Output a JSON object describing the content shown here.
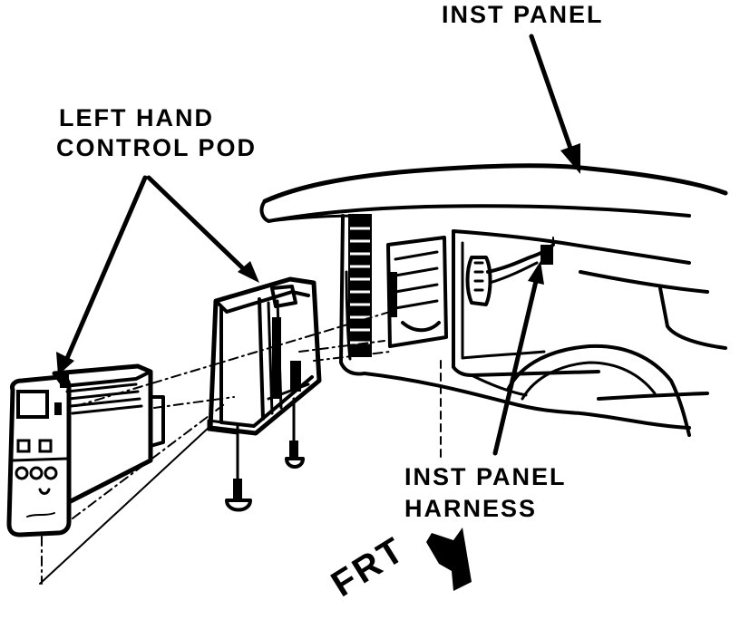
{
  "labels": {
    "inst_panel": "INST PANEL",
    "left_hand_control_pod_line1": "LEFT HAND",
    "left_hand_control_pod_line2": "CONTROL POD",
    "inst_panel_harness_line1": "INST PANEL",
    "inst_panel_harness_line2": "HARNESS",
    "front_direction": "FRT"
  },
  "colors": {
    "ink": "#000000",
    "background": "#ffffff"
  }
}
